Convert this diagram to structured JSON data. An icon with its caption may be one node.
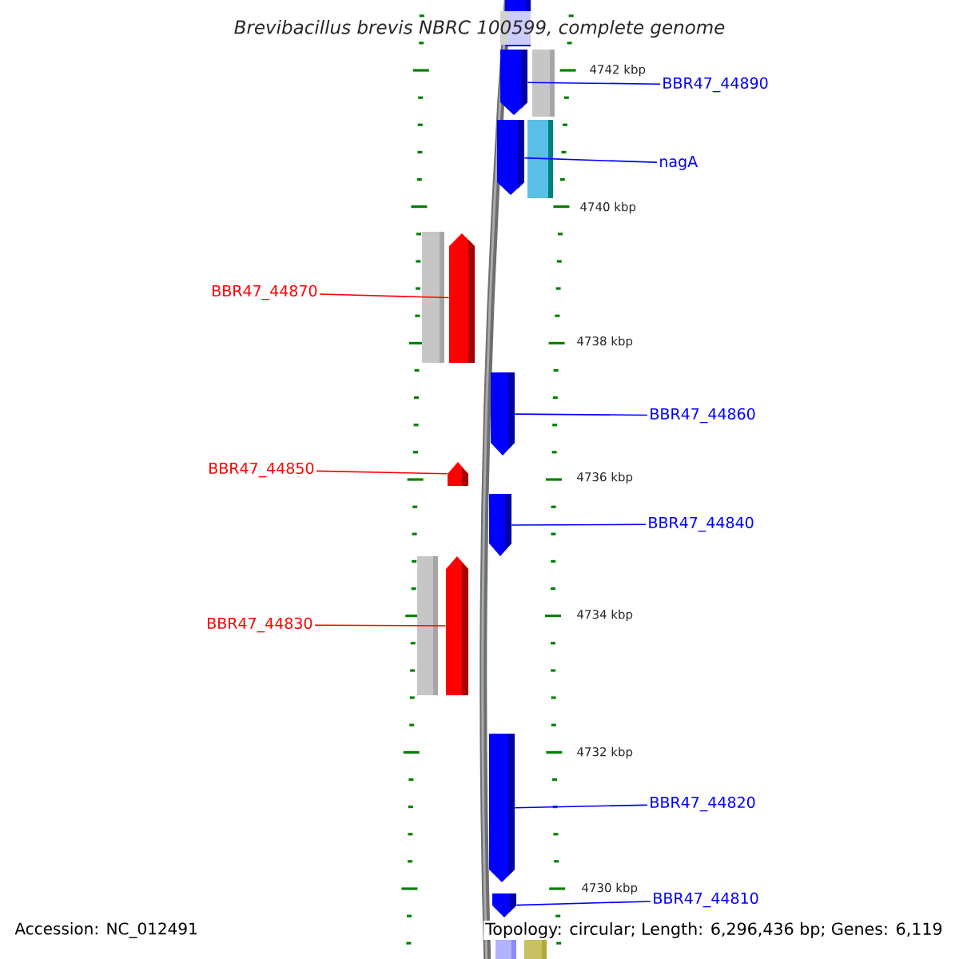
{
  "diagram": {
    "title": "Brevibacillus brevis NBRC 100599, complete genome",
    "nodes": [
      {
        "text": [
          "BBR47_44890"
        ]
      },
      {
        "text": [],
        "shape": "bar"
      },
      {
        "text": [
          "nagA"
        ]
      },
      {
        "text": [],
        "shape": "bar"
      },
      {
        "text": [
          "BBR47_44870"
        ]
      },
      {
        "text": [],
        "shape": "bar"
      },
      {
        "text": [
          "BBR47_44860"
        ]
      },
      {
        "text": [],
        "shape": "bar"
      },
      {
        "text": [
          "BBR47_44850"
        ]
      },
      {
        "text": [],
        "shape": "bar"
      },
      {
        "text": [
          "BBR47_44840"
        ]
      },
      {
        "text": [],
        "shape": "bar"
      },
      {
        "text": [
          "BBR47_44830"
        ]
      },
      {
        "text": [],
        "shape": "bar"
      },
      {
        "text": [
          "BBR47_44820"
        ]
      },
      {
        "text": [],
        "shape": "bar"
      },
      {
        "text": [
          "BBR47_44810"
        ]
      },
      {
        "text": [],
        "shape": "bar"
      }
    ],
    "edges": [
      {
        "from": 0,
        "to": 1,
        "arrow": "none",
        "color": "#0000ff"
      },
      {
        "from": 2,
        "to": 3,
        "arrow": "none",
        "color": "#0000ff"
      },
      {
        "from": 4,
        "to": 5,
        "arrow": "none",
        "color": "#ff0000"
      },
      {
        "from": 6,
        "to": 7,
        "arrow": "none",
        "color": "#0000ff"
      },
      {
        "from": 8,
        "to": 9,
        "arrow": "none",
        "color": "#ff0000"
      },
      {
        "from": 10,
        "to": 11,
        "arrow": "none",
        "color": "#0000ff"
      },
      {
        "from": 12,
        "to": 13,
        "arrow": "none",
        "color": "#ff0000"
      },
      {
        "from": 14,
        "to": 15,
        "arrow": "none",
        "color": "#0000ff"
      },
      {
        "from": 16,
        "to": 17,
        "arrow": "none",
        "color": "#0000ff"
      }
    ],
    "labels": [
      "4742 kbp",
      "4740 kbp",
      "4738 kbp",
      "4736 kbp",
      "4734 kbp",
      "4732 kbp",
      "4730 kbp",
      "Accession: NC_012491",
      "Topology: circular; Length: 6,296,436 bp; Genes: 6,119"
    ]
  }
}
